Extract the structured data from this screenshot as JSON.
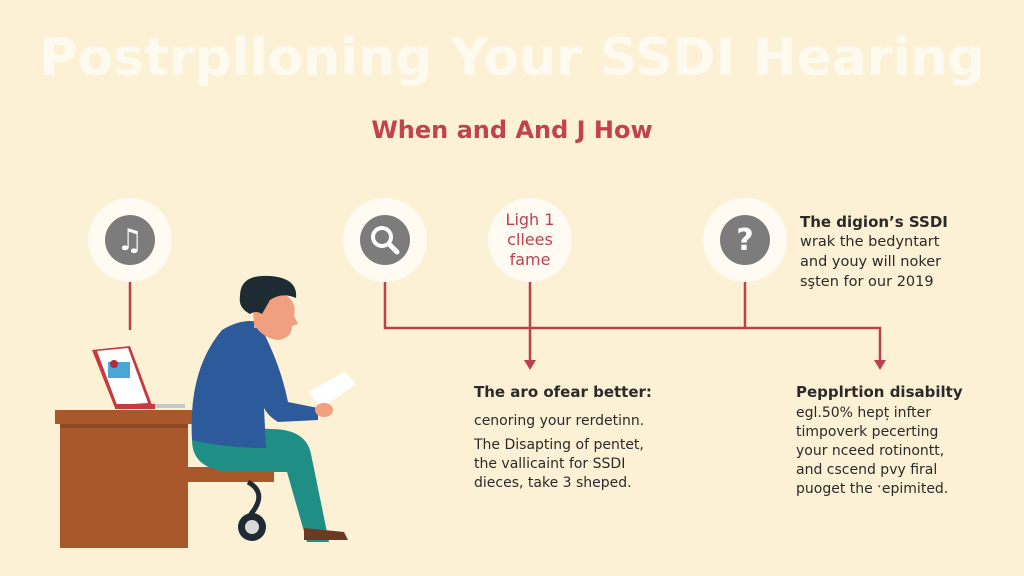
{
  "title": "Postrplloning Your SSDI Hearing",
  "subtitle": "When and And J How",
  "colors": {
    "background": "#fcf1d5",
    "accent": "#b8434f",
    "icon_fill": "#7c7c7c"
  },
  "nodes": [
    {
      "icon": "music-note-icon",
      "glyph": "♫"
    },
    {
      "icon": "search-icon"
    },
    {
      "lines": [
        "Ligh 1",
        "cllees",
        "fame"
      ]
    },
    {
      "icon": "question-icon",
      "glyph": "?"
    }
  ],
  "top_note": {
    "lines": [
      "The digion’s SSDI",
      "wrak the bedyntart",
      "and youy will noker",
      "sşten for our 2019"
    ]
  },
  "left_box": {
    "heading": "The aro ofear better:",
    "line1": "cenoring your rerdetinn.",
    "lines": [
      "The Disapting of pentet,",
      "the vallicaint for SSDI",
      "dieces, take 3 sheped."
    ]
  },
  "right_box": {
    "heading": "Pepplrtion disabilty",
    "lines": [
      "egl.50%  hepț infter",
      "timpoverk pecerting",
      "your nceed rotinontt,",
      "and cscend pvy firal",
      "puoget the ˑepimited."
    ]
  }
}
